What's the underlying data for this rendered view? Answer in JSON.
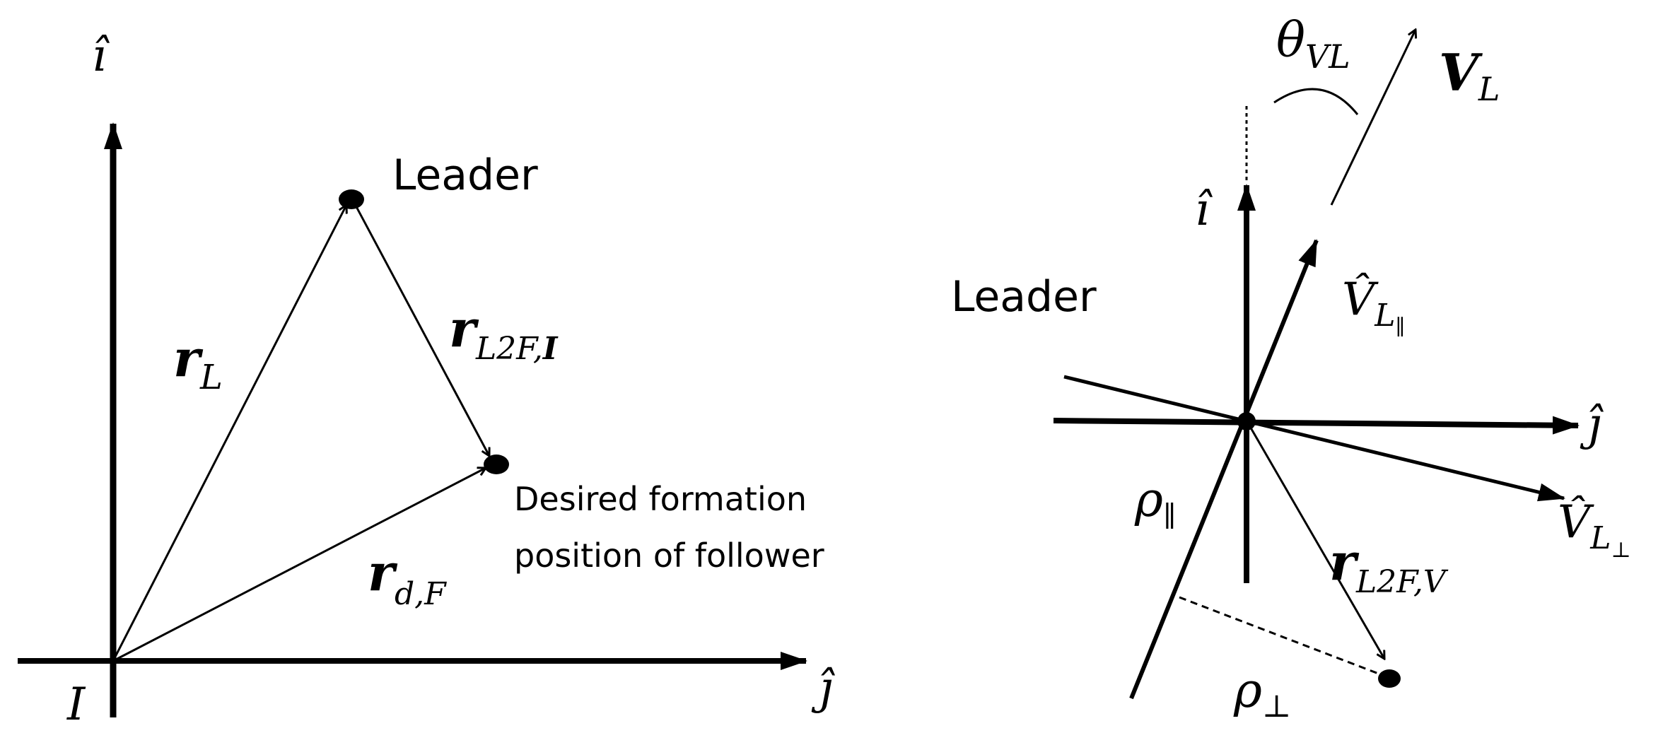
{
  "left_panel": {
    "axis_i_hat": "î",
    "axis_j_hat": "ĵ",
    "origin_label": "I",
    "leader_label": "Leader",
    "r_L": {
      "base": "r",
      "sub": "L"
    },
    "r_L2F_I": {
      "base": "r",
      "sub": "L2F,",
      "sub_bold": "I"
    },
    "r_dF": {
      "base": "r",
      "sub": "d,F"
    },
    "follower_label_line1": "Desired formation",
    "follower_label_line2": "position of follower"
  },
  "right_panel": {
    "theta_VL": {
      "base": "θ",
      "sub": "VL"
    },
    "V_L": {
      "base": "V",
      "sub": "L"
    },
    "axis_i_hat": "î",
    "axis_j_hat": "ĵ",
    "leader_label": "Leader",
    "V_L_par": {
      "base": "V̂",
      "sub": "L",
      "subsub": "∥"
    },
    "V_L_perp": {
      "base": "V̂",
      "sub": "L",
      "subsub": "⊥"
    },
    "r_L2F_V": {
      "base": "r",
      "sub": "L2F,V"
    },
    "rho_par": {
      "base": "ρ",
      "sub": "∥"
    },
    "rho_perp": {
      "base": "ρ",
      "sub": "⊥"
    }
  }
}
